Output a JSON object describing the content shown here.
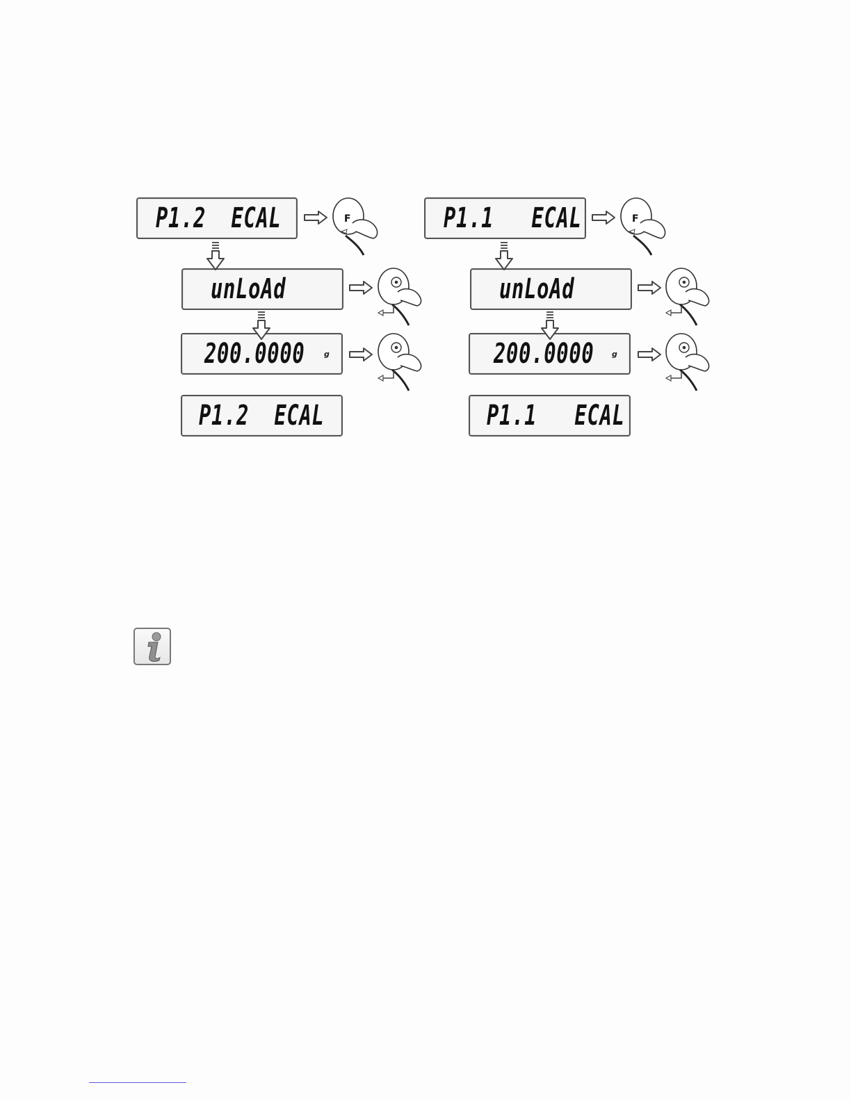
{
  "diagram": {
    "left_flow": {
      "start_display": "P1.2  ECAL",
      "unload_display": "unLoAd",
      "mass_display": "200.0000",
      "mass_unit": "g",
      "end_display": "P1.2  ECAL"
    },
    "right_flow": {
      "start_display": "P1.1   ECAL",
      "unload_display": "unLoAd",
      "mass_display": "200.0000",
      "mass_unit": "g",
      "end_display": "P1.1   ECAL"
    },
    "key_f_label": "F"
  },
  "icons": {
    "key_press": "finger-press-icon",
    "enter_key": "enter-key-icon",
    "info": "info-icon"
  }
}
